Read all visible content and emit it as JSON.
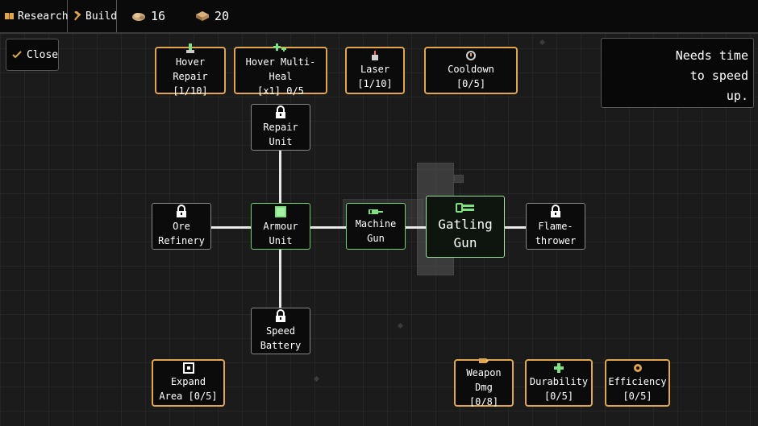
{
  "topbar": {
    "research_label": "Research",
    "build_label": "Build",
    "stone_count": "16",
    "wood_count": "20"
  },
  "close_label": "Close",
  "tooltip": [
    "Needs time",
    "to speed",
    "up."
  ],
  "upgrades": {
    "hover_repair": {
      "name": "Hover Repair",
      "value": "[1/10]"
    },
    "hover_multi_heal": {
      "name": "Hover Multi-Heal",
      "value": "[x1] 0/5"
    },
    "laser": {
      "name": "Laser",
      "value": "[1/10]"
    },
    "cooldown": {
      "name": "Cooldown",
      "value": "[0/5]"
    },
    "expand_area": {
      "name": "Expand",
      "value": "Area [0/5]"
    },
    "weapon_dmg": {
      "name": "Weapon Dmg",
      "value": "[0/8]"
    },
    "durability": {
      "name": "Durability",
      "value": "[0/5]"
    },
    "efficiency": {
      "name": "Efficiency",
      "value": "[0/5]"
    }
  },
  "tree": {
    "repair_unit": [
      "Repair",
      "Unit"
    ],
    "ore_refinery": [
      "Ore",
      "Refinery"
    ],
    "armour_unit": [
      "Armour",
      "Unit"
    ],
    "machine_gun": [
      "Machine",
      "Gun"
    ],
    "gatling_gun": [
      "Gatling",
      "Gun"
    ],
    "flamethrower": [
      "Flame-",
      "thrower"
    ],
    "speed_battery": [
      "Speed",
      "Battery"
    ]
  },
  "icons": {
    "research": "book-icon",
    "build": "hammer-icon",
    "stone": "stone-icon",
    "wood": "wood-icon",
    "close": "checkmark-icon",
    "locked": "padlock-icon"
  },
  "colors": {
    "upgrade_border": "#e1a64b",
    "unlocked_border": "#6fd06f",
    "selected_border": "#9ee09e"
  }
}
